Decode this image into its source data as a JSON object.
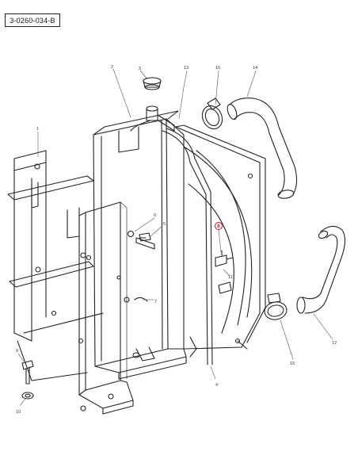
{
  "reference_code": "3-0260-034-B",
  "callouts": [
    {
      "id": "c1",
      "label": "1"
    },
    {
      "id": "c2",
      "label": "2"
    },
    {
      "id": "c3",
      "label": "3"
    },
    {
      "id": "c4",
      "label": "4"
    },
    {
      "id": "c5",
      "label": "5"
    },
    {
      "id": "c6",
      "label": "6"
    },
    {
      "id": "c7",
      "label": "7"
    },
    {
      "id": "c8",
      "label": "8",
      "highlighted": true
    },
    {
      "id": "c9",
      "label": "9"
    },
    {
      "id": "c10",
      "label": "10"
    },
    {
      "id": "c11",
      "label": "11"
    },
    {
      "id": "c12",
      "label": "12"
    },
    {
      "id": "c13",
      "label": "13"
    },
    {
      "id": "c14",
      "label": "14"
    },
    {
      "id": "c15a",
      "label": "15"
    },
    {
      "id": "c15b",
      "label": "15"
    }
  ],
  "colors": {
    "line": "#222222",
    "highlight": "#c8102e"
  }
}
